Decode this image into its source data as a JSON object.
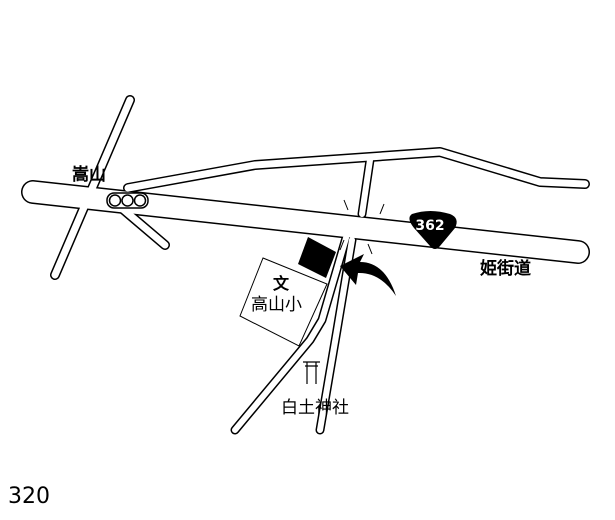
{
  "map": {
    "place_label": "嵩山",
    "highway_label": "姫街道",
    "route_number": "362",
    "school_symbol": "文",
    "school_label": "高山小",
    "shrine_label": "白土神社",
    "page_number": "320"
  },
  "colors": {
    "ink": "#000000",
    "paper": "#ffffff"
  }
}
